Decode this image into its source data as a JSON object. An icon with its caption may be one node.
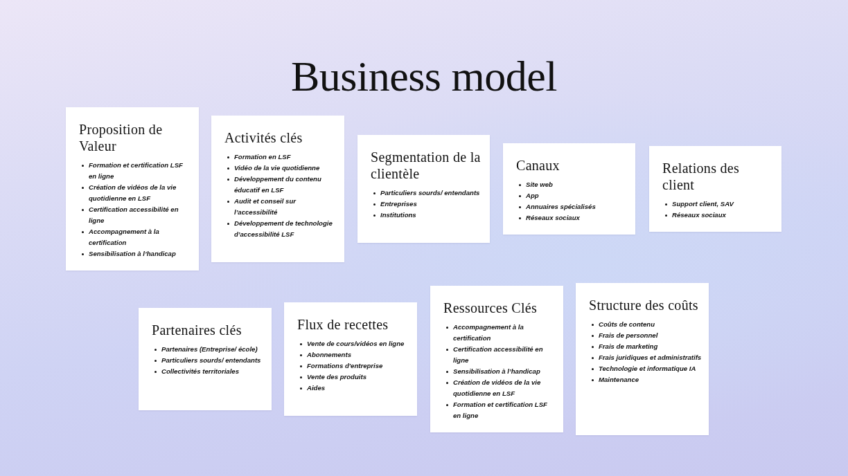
{
  "diagram": {
    "title": "Business model",
    "nodes": [
      {
        "text": [
          "Proposition de Valeur",
          "Formation et certification LSF en ligne",
          "Création de vidéos de la vie quotidienne en LSF",
          "Certification accessibilité en ligne",
          "Accompagnement à la certification",
          "Sensibilisation à l’handicap"
        ]
      },
      {
        "text": [
          "Activités clés",
          "Formation en LSF",
          "Vidéo de la vie quotidienne",
          "Développement du contenu éducatif en LSF",
          "Audit et conseil sur l’accessibilité",
          "Développement de technologie d’accessibilité LSF"
        ]
      },
      {
        "text": [
          "Segmentation de la clientèle",
          "Particuliers sourds/ entendants",
          "Entreprises",
          "Institutions"
        ]
      },
      {
        "text": [
          "Canaux",
          "Site web",
          "App",
          "Annuaires spécialisés",
          "Réseaux sociaux"
        ]
      },
      {
        "text": [
          "Relations des client",
          "Support client, SAV",
          "Réseaux sociaux"
        ]
      },
      {
        "text": [
          "Partenaires clés",
          "Partenaires (Entreprise/ école)",
          "Particuliers sourds/ entendants",
          "Collectivités territoriales"
        ]
      },
      {
        "text": [
          "Flux de recettes",
          "Vente de cours/vidéos en ligne",
          "Abonnements",
          "Formations d'entreprise",
          "Vente des produits",
          "Aides"
        ]
      },
      {
        "text": [
          "Ressources Clés",
          "Accompagnement à la certification",
          "Certification accessibilité en ligne",
          "Sensibilisation à l’handicap",
          "Création de vidéos de la vie quotidienne en LSF",
          "Formation et certification LSF en ligne"
        ]
      },
      {
        "text": [
          "Structure des coûts",
          "Coûts de contenu",
          "Frais de personnel",
          "Frais de marketing",
          "Frais juridiques et administratifs",
          "Technologie et informatique IA",
          "Maintenance"
        ]
      }
    ]
  }
}
